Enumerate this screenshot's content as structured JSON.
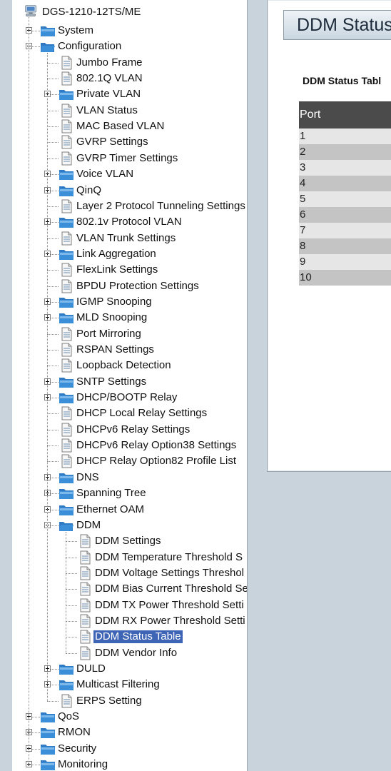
{
  "tree": {
    "root_label": "DGS-1210-12TS/ME",
    "items": [
      {
        "label": "System",
        "level": 1,
        "kind": "folder",
        "expander": "plus"
      },
      {
        "label": "Configuration",
        "level": 1,
        "kind": "folder-open",
        "expander": "minus"
      },
      {
        "label": "Jumbo Frame",
        "level": 2,
        "kind": "page",
        "expander": ""
      },
      {
        "label": "802.1Q VLAN",
        "level": 2,
        "kind": "page",
        "expander": ""
      },
      {
        "label": "Private VLAN",
        "level": 2,
        "kind": "folder",
        "expander": "plus"
      },
      {
        "label": "VLAN Status",
        "level": 2,
        "kind": "page",
        "expander": ""
      },
      {
        "label": "MAC Based VLAN",
        "level": 2,
        "kind": "page",
        "expander": ""
      },
      {
        "label": "GVRP Settings",
        "level": 2,
        "kind": "page",
        "expander": ""
      },
      {
        "label": "GVRP Timer Settings",
        "level": 2,
        "kind": "page",
        "expander": ""
      },
      {
        "label": "Voice VLAN",
        "level": 2,
        "kind": "folder",
        "expander": "plus"
      },
      {
        "label": "QinQ",
        "level": 2,
        "kind": "folder",
        "expander": "plus"
      },
      {
        "label": "Layer 2 Protocol Tunneling Settings",
        "level": 2,
        "kind": "page",
        "expander": ""
      },
      {
        "label": "802.1v Protocol VLAN",
        "level": 2,
        "kind": "folder",
        "expander": "plus"
      },
      {
        "label": "VLAN Trunk Settings",
        "level": 2,
        "kind": "page",
        "expander": ""
      },
      {
        "label": "Link Aggregation",
        "level": 2,
        "kind": "folder",
        "expander": "plus"
      },
      {
        "label": "FlexLink Settings",
        "level": 2,
        "kind": "page",
        "expander": ""
      },
      {
        "label": "BPDU Protection Settings",
        "level": 2,
        "kind": "page",
        "expander": ""
      },
      {
        "label": "IGMP Snooping",
        "level": 2,
        "kind": "folder",
        "expander": "plus"
      },
      {
        "label": "MLD Snooping",
        "level": 2,
        "kind": "folder",
        "expander": "plus"
      },
      {
        "label": "Port Mirroring",
        "level": 2,
        "kind": "page",
        "expander": ""
      },
      {
        "label": "RSPAN Settings",
        "level": 2,
        "kind": "page",
        "expander": ""
      },
      {
        "label": "Loopback Detection",
        "level": 2,
        "kind": "page",
        "expander": ""
      },
      {
        "label": "SNTP Settings",
        "level": 2,
        "kind": "folder",
        "expander": "plus"
      },
      {
        "label": "DHCP/BOOTP Relay",
        "level": 2,
        "kind": "folder",
        "expander": "plus"
      },
      {
        "label": "DHCP Local Relay Settings",
        "level": 2,
        "kind": "page",
        "expander": ""
      },
      {
        "label": "DHCPv6 Relay Settings",
        "level": 2,
        "kind": "page",
        "expander": ""
      },
      {
        "label": "DHCPv6 Relay Option38 Settings",
        "level": 2,
        "kind": "page",
        "expander": ""
      },
      {
        "label": "DHCP Relay Option82 Profile List",
        "level": 2,
        "kind": "page",
        "expander": ""
      },
      {
        "label": "DNS",
        "level": 2,
        "kind": "folder",
        "expander": "plus"
      },
      {
        "label": "Spanning Tree",
        "level": 2,
        "kind": "folder",
        "expander": "plus"
      },
      {
        "label": "Ethernet OAM",
        "level": 2,
        "kind": "folder",
        "expander": "plus"
      },
      {
        "label": "DDM",
        "level": 2,
        "kind": "folder-open",
        "expander": "minus"
      },
      {
        "label": "DDM Settings",
        "level": 3,
        "kind": "page",
        "expander": ""
      },
      {
        "label": "DDM Temperature Threshold S",
        "level": 3,
        "kind": "page",
        "expander": ""
      },
      {
        "label": "DDM Voltage Settings Threshol",
        "level": 3,
        "kind": "page",
        "expander": ""
      },
      {
        "label": "DDM Bias Current Threshold Se",
        "level": 3,
        "kind": "page",
        "expander": ""
      },
      {
        "label": "DDM TX Power Threshold Setti",
        "level": 3,
        "kind": "page",
        "expander": ""
      },
      {
        "label": "DDM RX Power Threshold Setti",
        "level": 3,
        "kind": "page",
        "expander": ""
      },
      {
        "label": "DDM Status Table",
        "level": 3,
        "kind": "page",
        "expander": "",
        "selected": true
      },
      {
        "label": "DDM Vendor Info",
        "level": 3,
        "kind": "page",
        "expander": ""
      },
      {
        "label": "DULD",
        "level": 2,
        "kind": "folder",
        "expander": "plus"
      },
      {
        "label": "Multicast Filtering",
        "level": 2,
        "kind": "folder",
        "expander": "plus"
      },
      {
        "label": "ERPS Setting",
        "level": 2,
        "kind": "page",
        "expander": ""
      },
      {
        "label": "QoS",
        "level": 1,
        "kind": "folder",
        "expander": "plus"
      },
      {
        "label": "RMON",
        "level": 1,
        "kind": "folder",
        "expander": "plus"
      },
      {
        "label": "Security",
        "level": 1,
        "kind": "folder",
        "expander": "plus"
      },
      {
        "label": "Monitoring",
        "level": 1,
        "kind": "folder",
        "expander": "plus"
      }
    ]
  },
  "content": {
    "page_title": "DDM Status",
    "section_label": "DDM Status Tabl",
    "table": {
      "header": "Port",
      "rows": [
        "1",
        "2",
        "3",
        "4",
        "5",
        "6",
        "7",
        "8",
        "9",
        "10"
      ]
    }
  },
  "colors": {
    "selection": "#3d64b5",
    "table_header": "#4b4b4b",
    "row_light": "#e6e6e6",
    "row_dark": "#c4c4c4",
    "folder": "#3a8fd8"
  }
}
